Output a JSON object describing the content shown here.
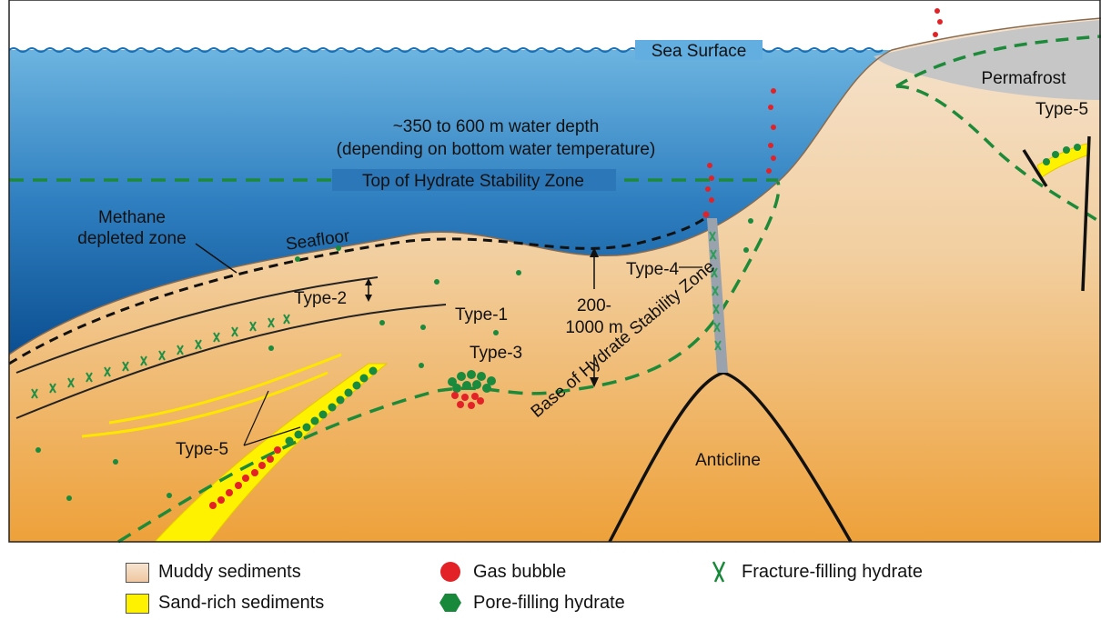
{
  "labels": {
    "sea_surface": "Sea Surface",
    "water_depth_line1": "~350 to 600 m water depth",
    "water_depth_line2": "(depending on bottom water temperature)",
    "top_hsz": "Top of Hydrate Stability Zone",
    "methane_line1": "Methane",
    "methane_line2": "depleted zone",
    "seafloor": "Seafloor",
    "type1": "Type-1",
    "type2": "Type-2",
    "type3": "Type-3",
    "type4": "Type-4",
    "type5_left": "Type-5",
    "type5_right": "Type-5",
    "thickness_line1": "200-",
    "thickness_line2": "1000 m",
    "base_hsz": "Base of Hydrate Stability Zone",
    "anticline": "Anticline",
    "permafrost": "Permafrost"
  },
  "legend": {
    "muddy": "Muddy sediments",
    "sand": "Sand-rich sediments",
    "gas": "Gas bubble",
    "pore": "Pore-filling hydrate",
    "fracture": "Fracture-filling hydrate"
  },
  "colors": {
    "sea_top": "#5aa6d8",
    "sea_bottom": "#0e5a9c",
    "sediment_top": "#f2dcc4",
    "sediment_bottom": "#efa23c",
    "sand": "#fff200",
    "gas": "#e32228",
    "hydrate": "#18893a",
    "permafrost": "#c4c4c4"
  },
  "icons": [
    "gas-bubble-icon",
    "pore-hydrate-icon",
    "fracture-hydrate-icon"
  ]
}
